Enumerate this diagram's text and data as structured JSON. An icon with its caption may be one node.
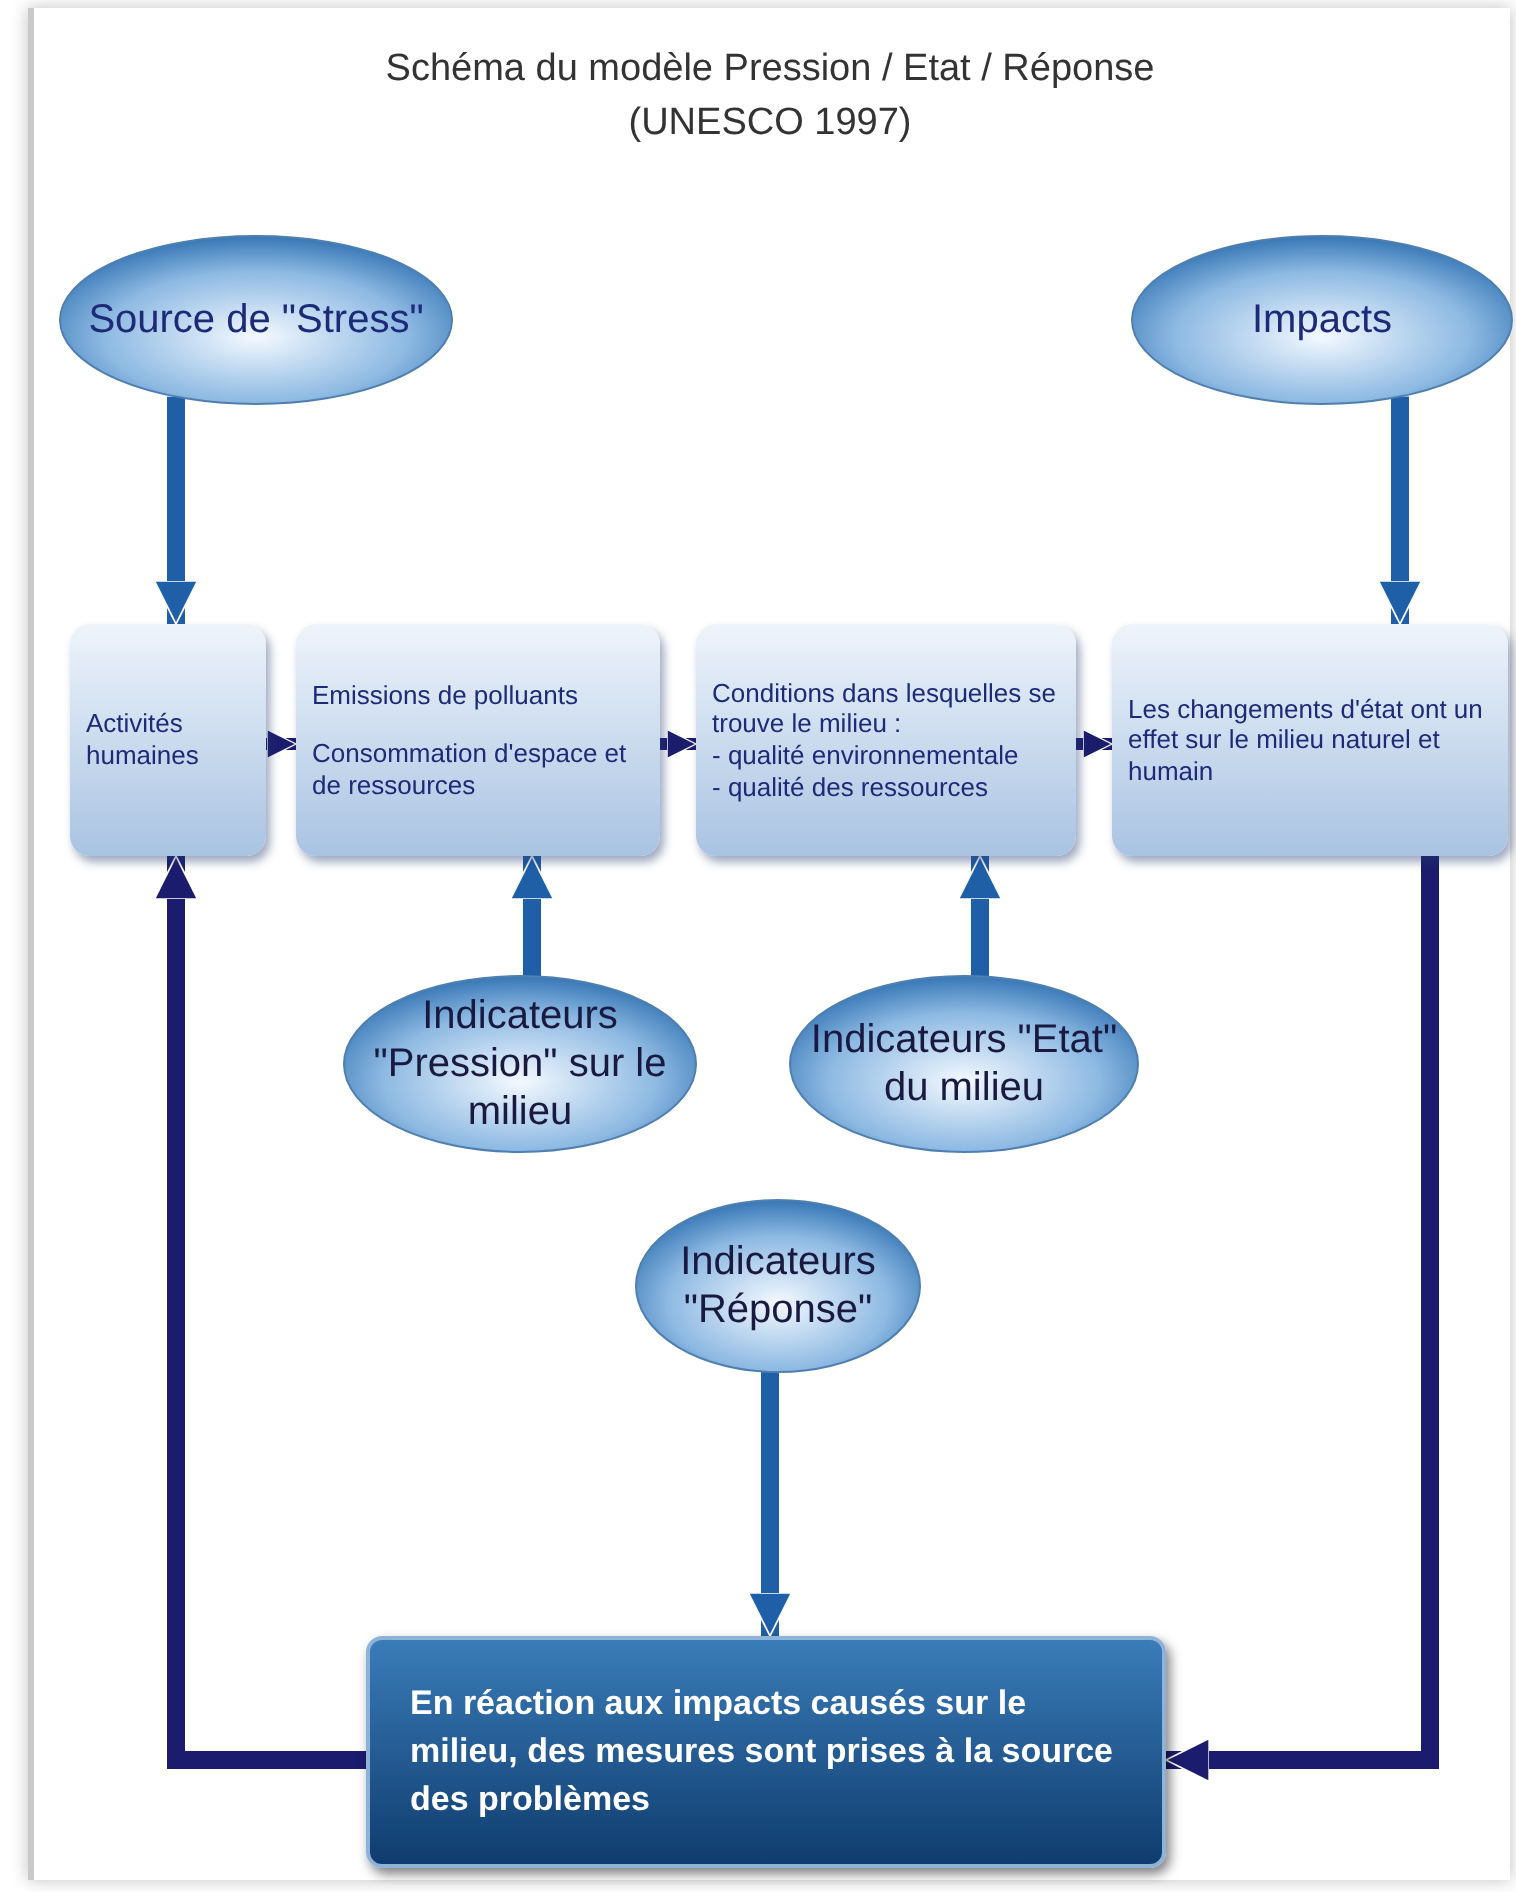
{
  "diagram": {
    "title": "Schéma du modèle Pression / Etat / Réponse (UNESCO 1997)",
    "nodes": [
      {
        "text": [
          "Source de \"Stress\""
        ]
      },
      {
        "text": [
          "Impacts"
        ]
      },
      {
        "text": [
          "Activités humaines"
        ]
      },
      {
        "text": [
          "Emissions de polluants",
          "Consommation d'espace et de ressources"
        ]
      },
      {
        "text": [
          "Conditions dans lesquelles se trouve le milieu :",
          "- qualité environnementale",
          "- qualité des ressources"
        ]
      },
      {
        "text": [
          "Les changements d'état ont un effet sur le milieu naturel et humain"
        ]
      },
      {
        "text": [
          "Indicateurs \"Pression\" sur le milieu"
        ]
      },
      {
        "text": [
          "Indicateurs \"Etat\" du milieu"
        ]
      },
      {
        "text": [
          "Indicateurs \"Réponse\""
        ]
      },
      {
        "text": [
          "En réaction aux impacts causés sur le milieu, des mesures sont prises à la source des problèmes"
        ]
      }
    ],
    "edges": [
      {
        "from": 0,
        "to": 2,
        "arrow": "to"
      },
      {
        "from": 1,
        "to": 5,
        "arrow": "to"
      },
      {
        "from": 2,
        "to": 3,
        "arrow": "to",
        "color": "#1c1c6e"
      },
      {
        "from": 3,
        "to": 4,
        "arrow": "to",
        "color": "#1c1c6e"
      },
      {
        "from": 4,
        "to": 5,
        "arrow": "to",
        "color": "#1c1c6e"
      },
      {
        "from": 6,
        "to": 3,
        "arrow": "to"
      },
      {
        "from": 7,
        "to": 4,
        "arrow": "to"
      },
      {
        "from": 8,
        "to": 9,
        "arrow": "to"
      },
      {
        "from": 5,
        "to": 9,
        "arrow": "to",
        "color": "#1c1c6e"
      },
      {
        "from": 9,
        "to": 2,
        "arrow": "to",
        "color": "#1c1c6e"
      }
    ]
  }
}
